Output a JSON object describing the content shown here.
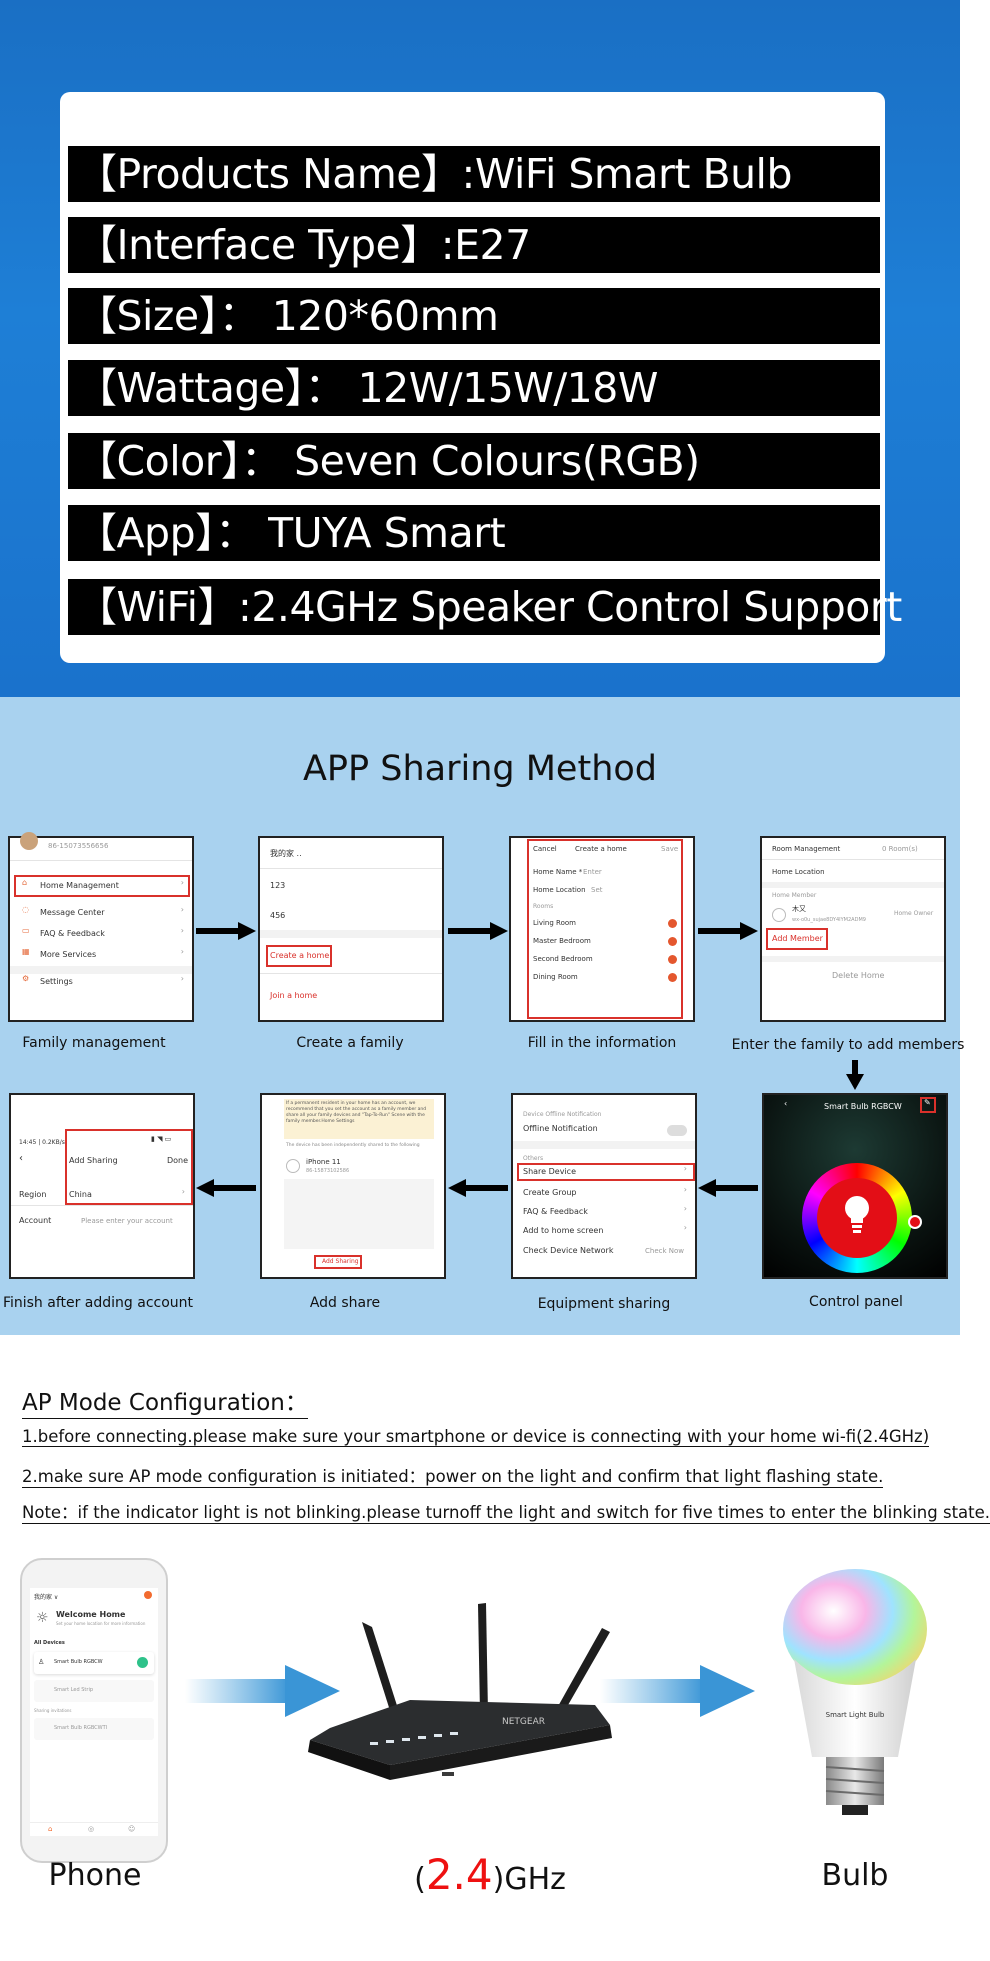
{
  "specs": {
    "rows": [
      "【Products Name】:WiFi Smart Bulb",
      "【Interface Type】:E27",
      "【Size】： 120*60mm",
      "【Wattage】： 12W/15W/18W",
      "【Color】： Seven Colours(RGB)",
      "【App】： TUYA Smart",
      "【WiFi】:2.4GHz Speaker Control  Support"
    ]
  },
  "sharing": {
    "title": "APP Sharing Method",
    "screen1": {
      "phone_number": "86-15073556656",
      "items": [
        "Home Management",
        "Message Center",
        "FAQ & Feedback",
        "More Services",
        "Settings"
      ],
      "caption": "Family management"
    },
    "screen2": {
      "home_label": "我的家 ..",
      "items": [
        "123",
        "456"
      ],
      "create": "Create a home",
      "join": "Join a home",
      "caption": "Create a family"
    },
    "screen3": {
      "cancel": "Cancel",
      "title": "Create a home",
      "save": "Save",
      "name_label": "Home Name *",
      "name_placeholder": "Enter",
      "location_label": "Home Location",
      "location_value": "Set",
      "rooms_header": "Rooms",
      "rooms": [
        "Living Room",
        "Master Bedroom",
        "Second Bedroom",
        "Dining Room"
      ],
      "caption": "Fill in the information"
    },
    "screen4": {
      "room_mgmt": "Room Management",
      "room_count": "0 Room(s)",
      "home_location": "Home Location",
      "home_member": "Home Member",
      "member_name": "木又",
      "member_id": "wx-o0u_sujae8DY4IYM2ADM9",
      "member_role": "Home Owner",
      "add_member": "Add Member",
      "delete_home": "Delete Home",
      "caption": "Enter the family to add members"
    },
    "screen5": {
      "title": "Smart Bulb RGBCW",
      "caption": "Control panel"
    },
    "screen6": {
      "section1": "Device Offline Notification",
      "offline": "Offline Notification",
      "others": "Others",
      "items": [
        "Share Device",
        "Create Group",
        "FAQ & Feedback",
        "Add to home screen",
        "Check Device Network"
      ],
      "check_now": "Check Now",
      "caption": "Equipment sharing"
    },
    "screen7": {
      "notice": "If a permanent resident in your home has an account, we recommend that you set the account as a family member and share all your family devices and \"Tap-To-Run\" Scene with the family member.Home Settings",
      "shared_note": "The device has been independently shared to the following",
      "device": "iPhone 11",
      "device_id": "86-15873102586",
      "add": "Add Sharing",
      "caption": "Add share"
    },
    "screen8": {
      "status_time": "14:45 | 0.2KB/s",
      "title": "Add Sharing",
      "done": "Done",
      "region_label": "Region",
      "region_value": "China",
      "account_label": "Account",
      "account_placeholder": "Please enter your account",
      "caption": "Finish after adding account"
    }
  },
  "ap": {
    "title": "AP Mode Configuration：",
    "lines": [
      "1.before connecting.please make sure your smartphone or device is connecting with your home wi-fi(2.4GHz)",
      "2.make sure AP mode configuration is initiated：power on the light and confirm that light flashing state.",
      "Note：if the indicator light is not blinking.please turnoff the light and switch for five times to enter the blinking state."
    ],
    "phone_screen": {
      "home": "我的家 ∨",
      "welcome": "Welcome Home",
      "welcome_sub": "Set your home location for more information",
      "all_devices": "All Devices",
      "device1": "Smart Bulb RGBCW",
      "device2": "Smart Led Strip",
      "sharing": "Sharing invitations",
      "device3": "Smart Bulb RGBCWTI"
    },
    "bulb_label_text": "Smart Light Bulb",
    "phone_label": "Phone",
    "ghz_open": "(",
    "ghz_num": "2.4",
    "ghz_close": ")GHz",
    "bulb_label": "Bulb",
    "router_brand": "NETGEAR"
  }
}
